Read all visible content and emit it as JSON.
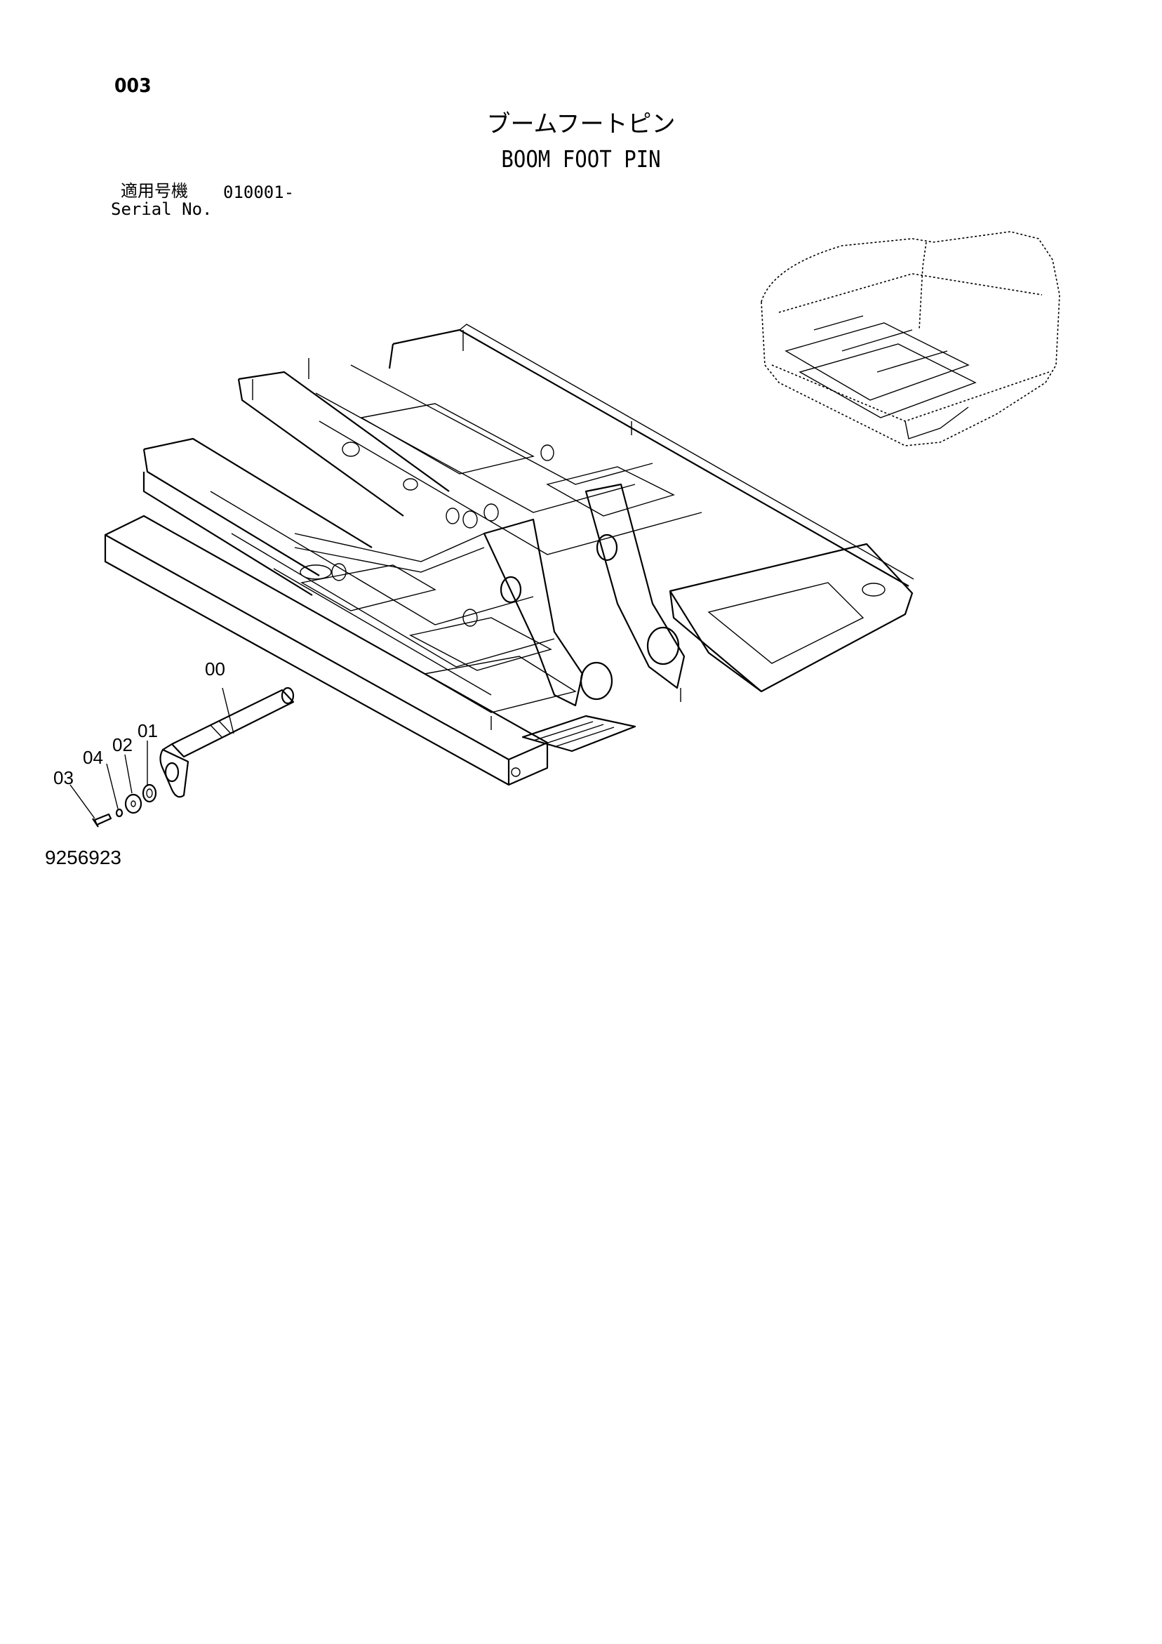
{
  "page_number": "003",
  "title_jp": "ブームフートピン",
  "title_en": "BOOM FOOT PIN",
  "serial": {
    "label_jp": "適用号機",
    "value": "010001-",
    "label_en": "Serial No."
  },
  "callouts": [
    "00",
    "01",
    "02",
    "03",
    "04"
  ],
  "drawing_number": "9256923"
}
